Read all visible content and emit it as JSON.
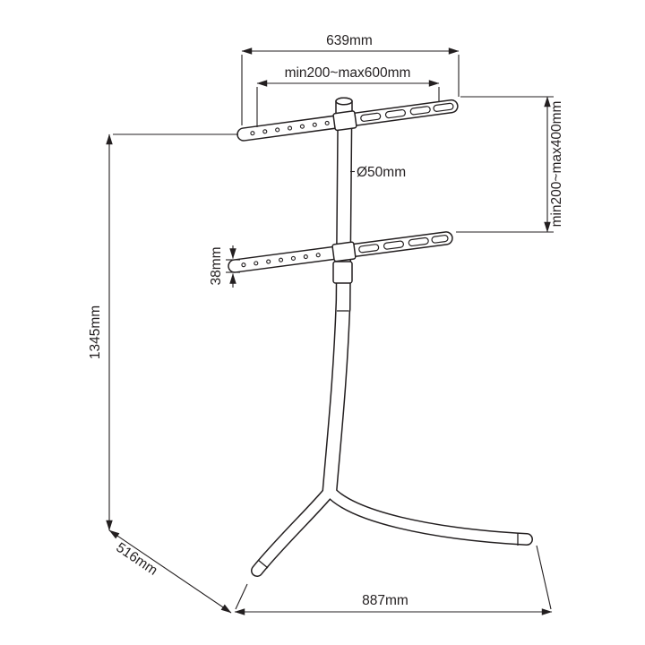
{
  "diagram": {
    "background_color": "#ffffff",
    "line_color": "#231f20",
    "dimensions": {
      "top_width": "639mm",
      "vesa_width_range": "min200~max600mm",
      "pole_diameter": "Ø50mm",
      "vesa_height_range": "min200~max400mm",
      "bracket_thickness": "38mm",
      "total_height": "1345mm",
      "base_depth": "516mm",
      "base_width": "887mm"
    }
  }
}
